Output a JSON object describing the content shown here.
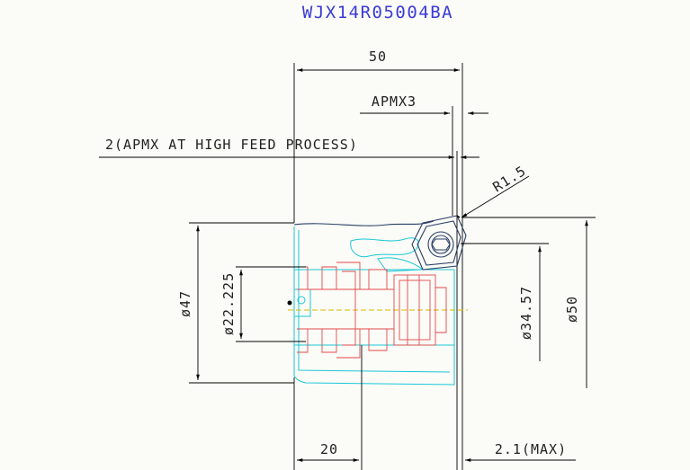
{
  "title": "WJX14R05004BA",
  "labels": {
    "overall_length": "50",
    "apmx": "APMX3",
    "apmx_high_feed": "2(APMX AT HIGH FEED PROCESS)",
    "radius": "R1.5",
    "dia_47": "ø47",
    "dia_22": "ø22.225",
    "dia_34": "ø34.57",
    "dia_50": "ø50",
    "depth_20": "20",
    "max_21": "2.1(MAX)"
  },
  "colors": {
    "title": "#3b3bd6",
    "dimension": "#000000",
    "body_outline": "#19c7d6",
    "bore_detail": "#e04a4a",
    "insert": "#2a3f66"
  }
}
